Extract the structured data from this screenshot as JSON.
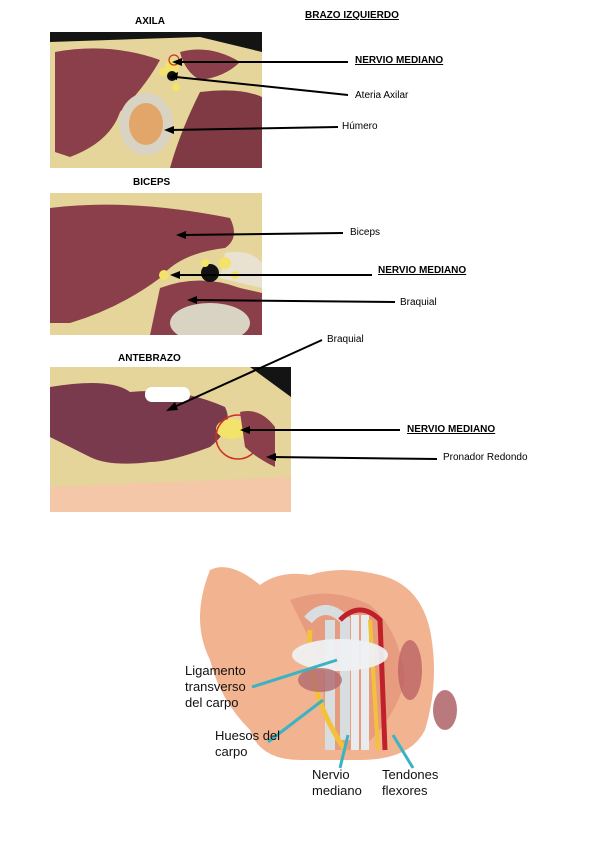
{
  "header": {
    "title": "BRAZO IZQUIERDO"
  },
  "sections": {
    "axila": {
      "title": "AXILA",
      "nerve": "NERVIO MEDIANO",
      "artery": "Ateria Axilar",
      "bone": "Húmero"
    },
    "biceps": {
      "title": "BICEPS",
      "muscle": "Biceps",
      "nerve": "NERVIO MEDIANO",
      "brachial": "Braquial"
    },
    "antebrazo": {
      "title": "ANTEBRAZO",
      "brachial": "Braquial",
      "nerve": "NERVIO MEDIANO",
      "pronator": "Pronador Redondo"
    }
  },
  "hand": {
    "ligament": "Ligamento\ntransverso\ndel carpo",
    "bones": "Huesos del\ncarpo",
    "nerve": "Nervio\nmediano",
    "tendons": "Tendones\nflexores"
  },
  "colors": {
    "muscle": "#8a3f4a",
    "fat": "#e9d9a0",
    "bone": "#d8d0c0",
    "nerve": "#f3e36a",
    "skin": "#f0b08a",
    "tendon": "#d8dde0"
  }
}
